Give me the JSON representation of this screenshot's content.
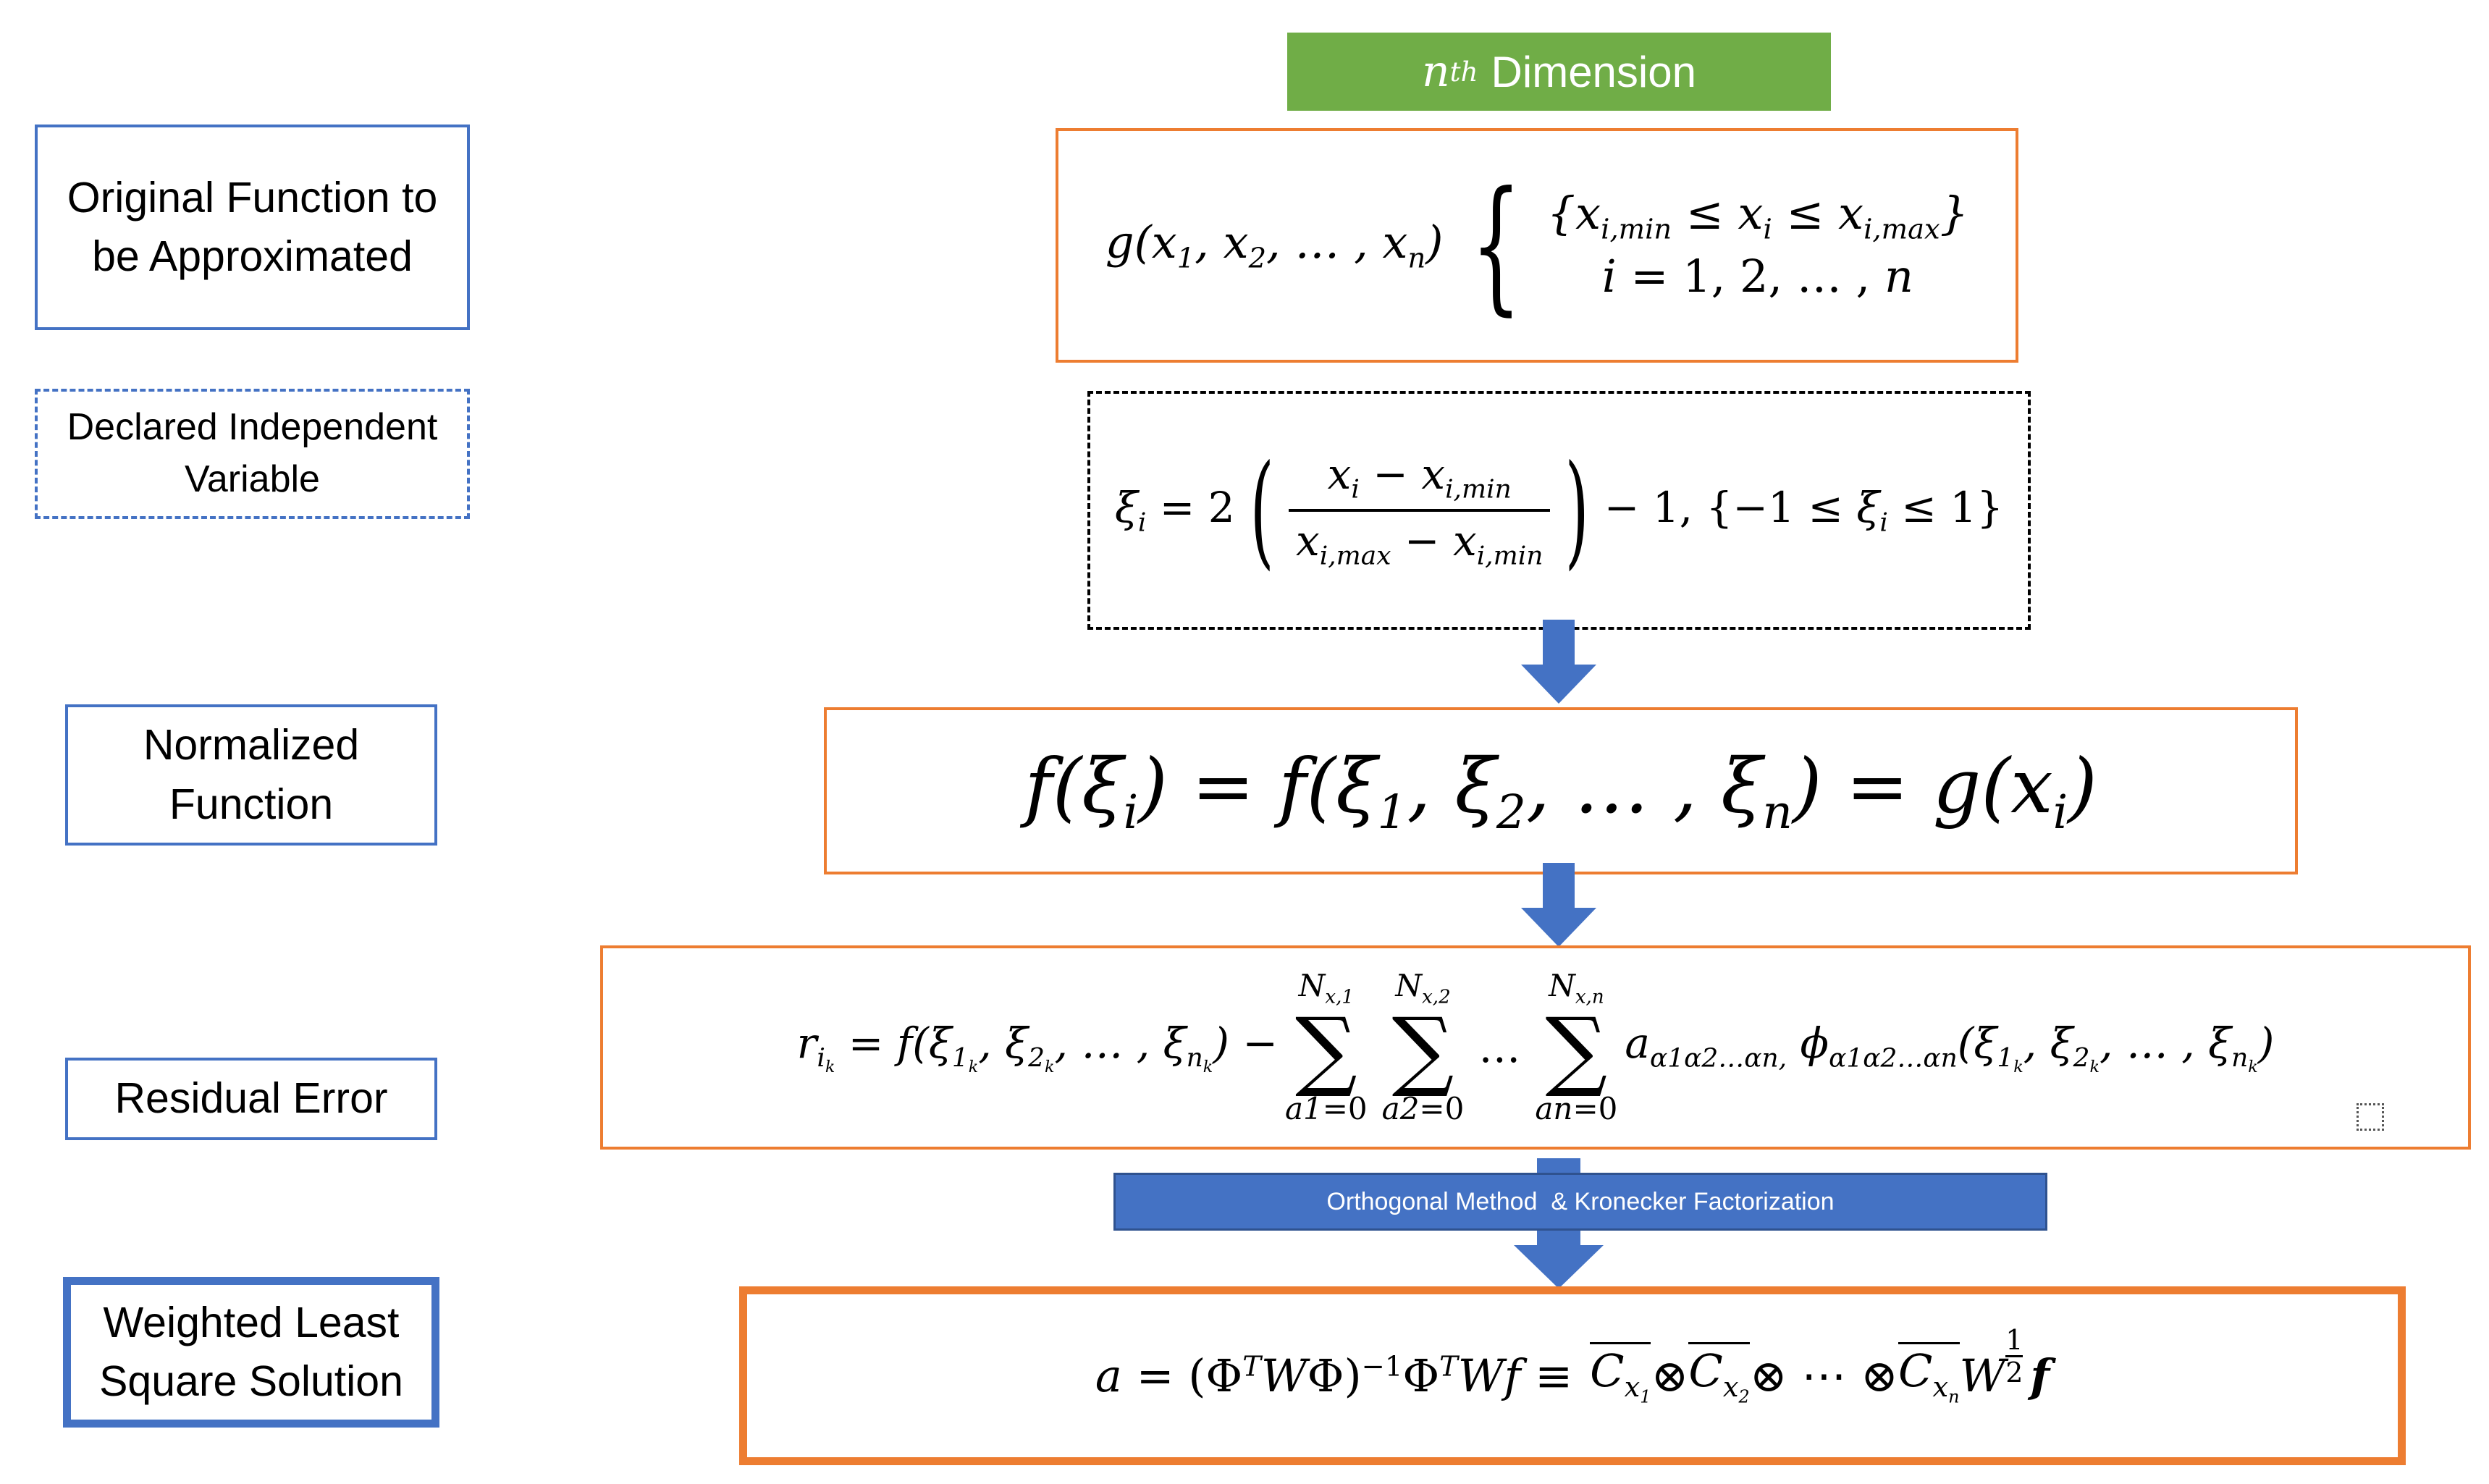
{
  "header": {
    "dimension_prefix": "n",
    "dimension_sup": "th",
    "dimension_word": "Dimension",
    "bg_color": "#70ad47"
  },
  "labels": {
    "original": "Original Function to be Approximated",
    "declared": "Declared Independent Variable",
    "normalized": "Normalized Function",
    "residual": "Residual Error",
    "weighted": "Weighted Least Square Solution"
  },
  "connector": {
    "text": "Orthogonal Method  & Kronecker Factorization",
    "bg_color": "#4472c4"
  },
  "colors": {
    "label_border": "#4472c4",
    "equation_border": "#ed7d31",
    "dashed_border": "#000000",
    "arrow": "#4472c4"
  },
  "icons": {
    "down_arrow": "down-arrow-icon",
    "placeholder": "dotted-square-icon"
  }
}
